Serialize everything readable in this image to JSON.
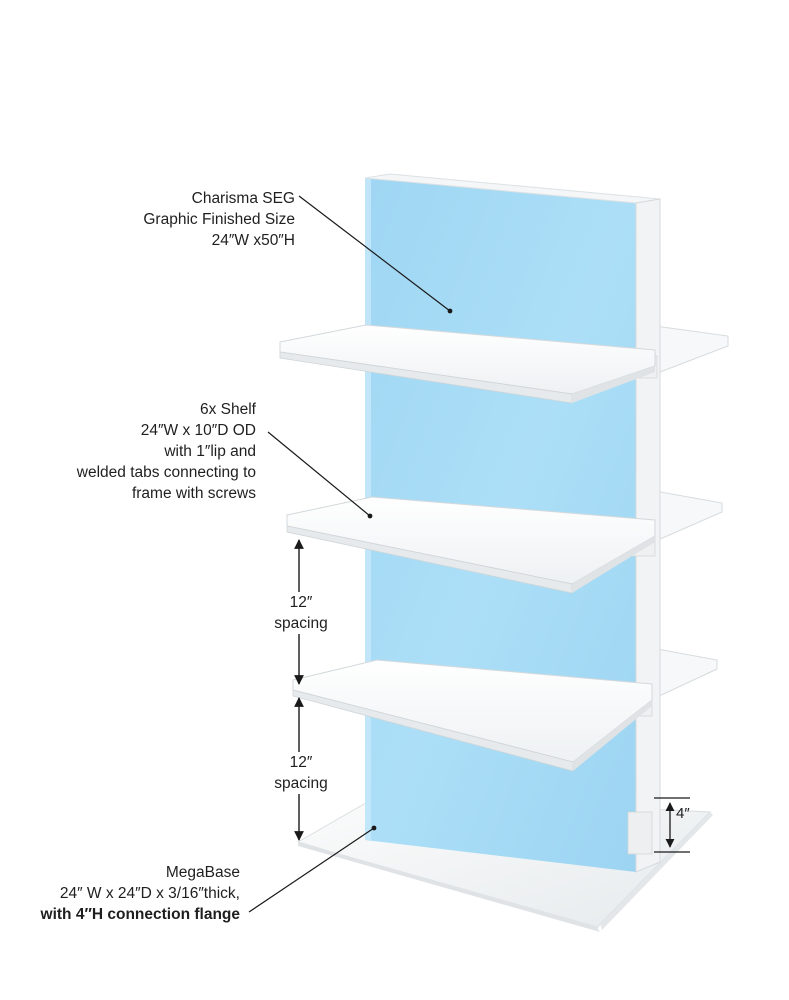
{
  "annotations": {
    "graphic": {
      "lines": [
        "Charisma SEG",
        "Graphic Finished Size",
        "24″W x50″H"
      ]
    },
    "shelf": {
      "lines": [
        "6x Shelf",
        "24″W x 10″D OD",
        "with 1″lip and",
        "welded  tabs connecting to",
        "frame with screws"
      ]
    },
    "spacing_top": {
      "lines": [
        "12″",
        "spacing"
      ]
    },
    "spacing_bottom": {
      "lines": [
        "12″",
        "spacing"
      ]
    },
    "base": {
      "lines": [
        "MegaBase",
        "24″ W x 24″D x 3/16″thick,"
      ],
      "bold_line": "with 4″H connection flange"
    },
    "flange_height": "4″"
  },
  "colors": {
    "graphic_panel": "#a6dbf6",
    "graphic_panel_edge": "#cfeefc",
    "shelf": "#f7f9fa",
    "shelf_edge": "#d4d9dc",
    "frame": "#f3f4f5",
    "leader_line": "#1a1a1a"
  }
}
